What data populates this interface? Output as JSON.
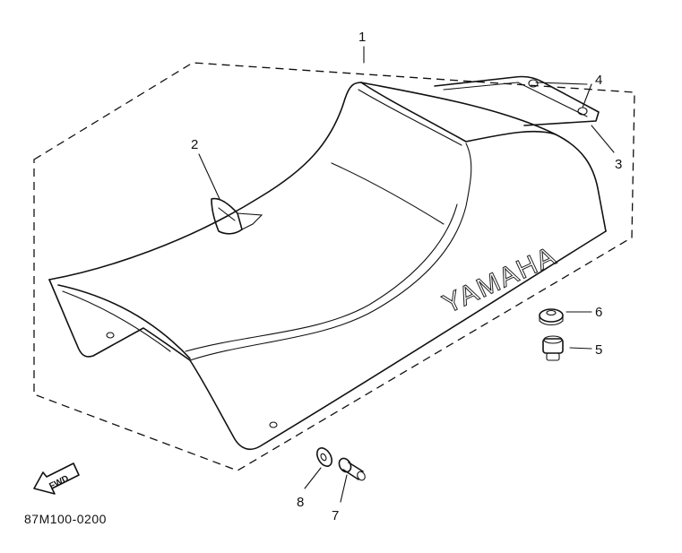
{
  "diagram": {
    "callouts": [
      {
        "id": "1",
        "label": "1"
      },
      {
        "id": "2",
        "label": "2"
      },
      {
        "id": "3",
        "label": "3"
      },
      {
        "id": "4",
        "label": "4"
      },
      {
        "id": "5",
        "label": "5"
      },
      {
        "id": "6",
        "label": "6"
      },
      {
        "id": "7",
        "label": "7"
      },
      {
        "id": "8",
        "label": "8"
      }
    ],
    "brand_text": "YAMAHA",
    "direction_label": "FWD",
    "part_code": "87M100-0200"
  }
}
